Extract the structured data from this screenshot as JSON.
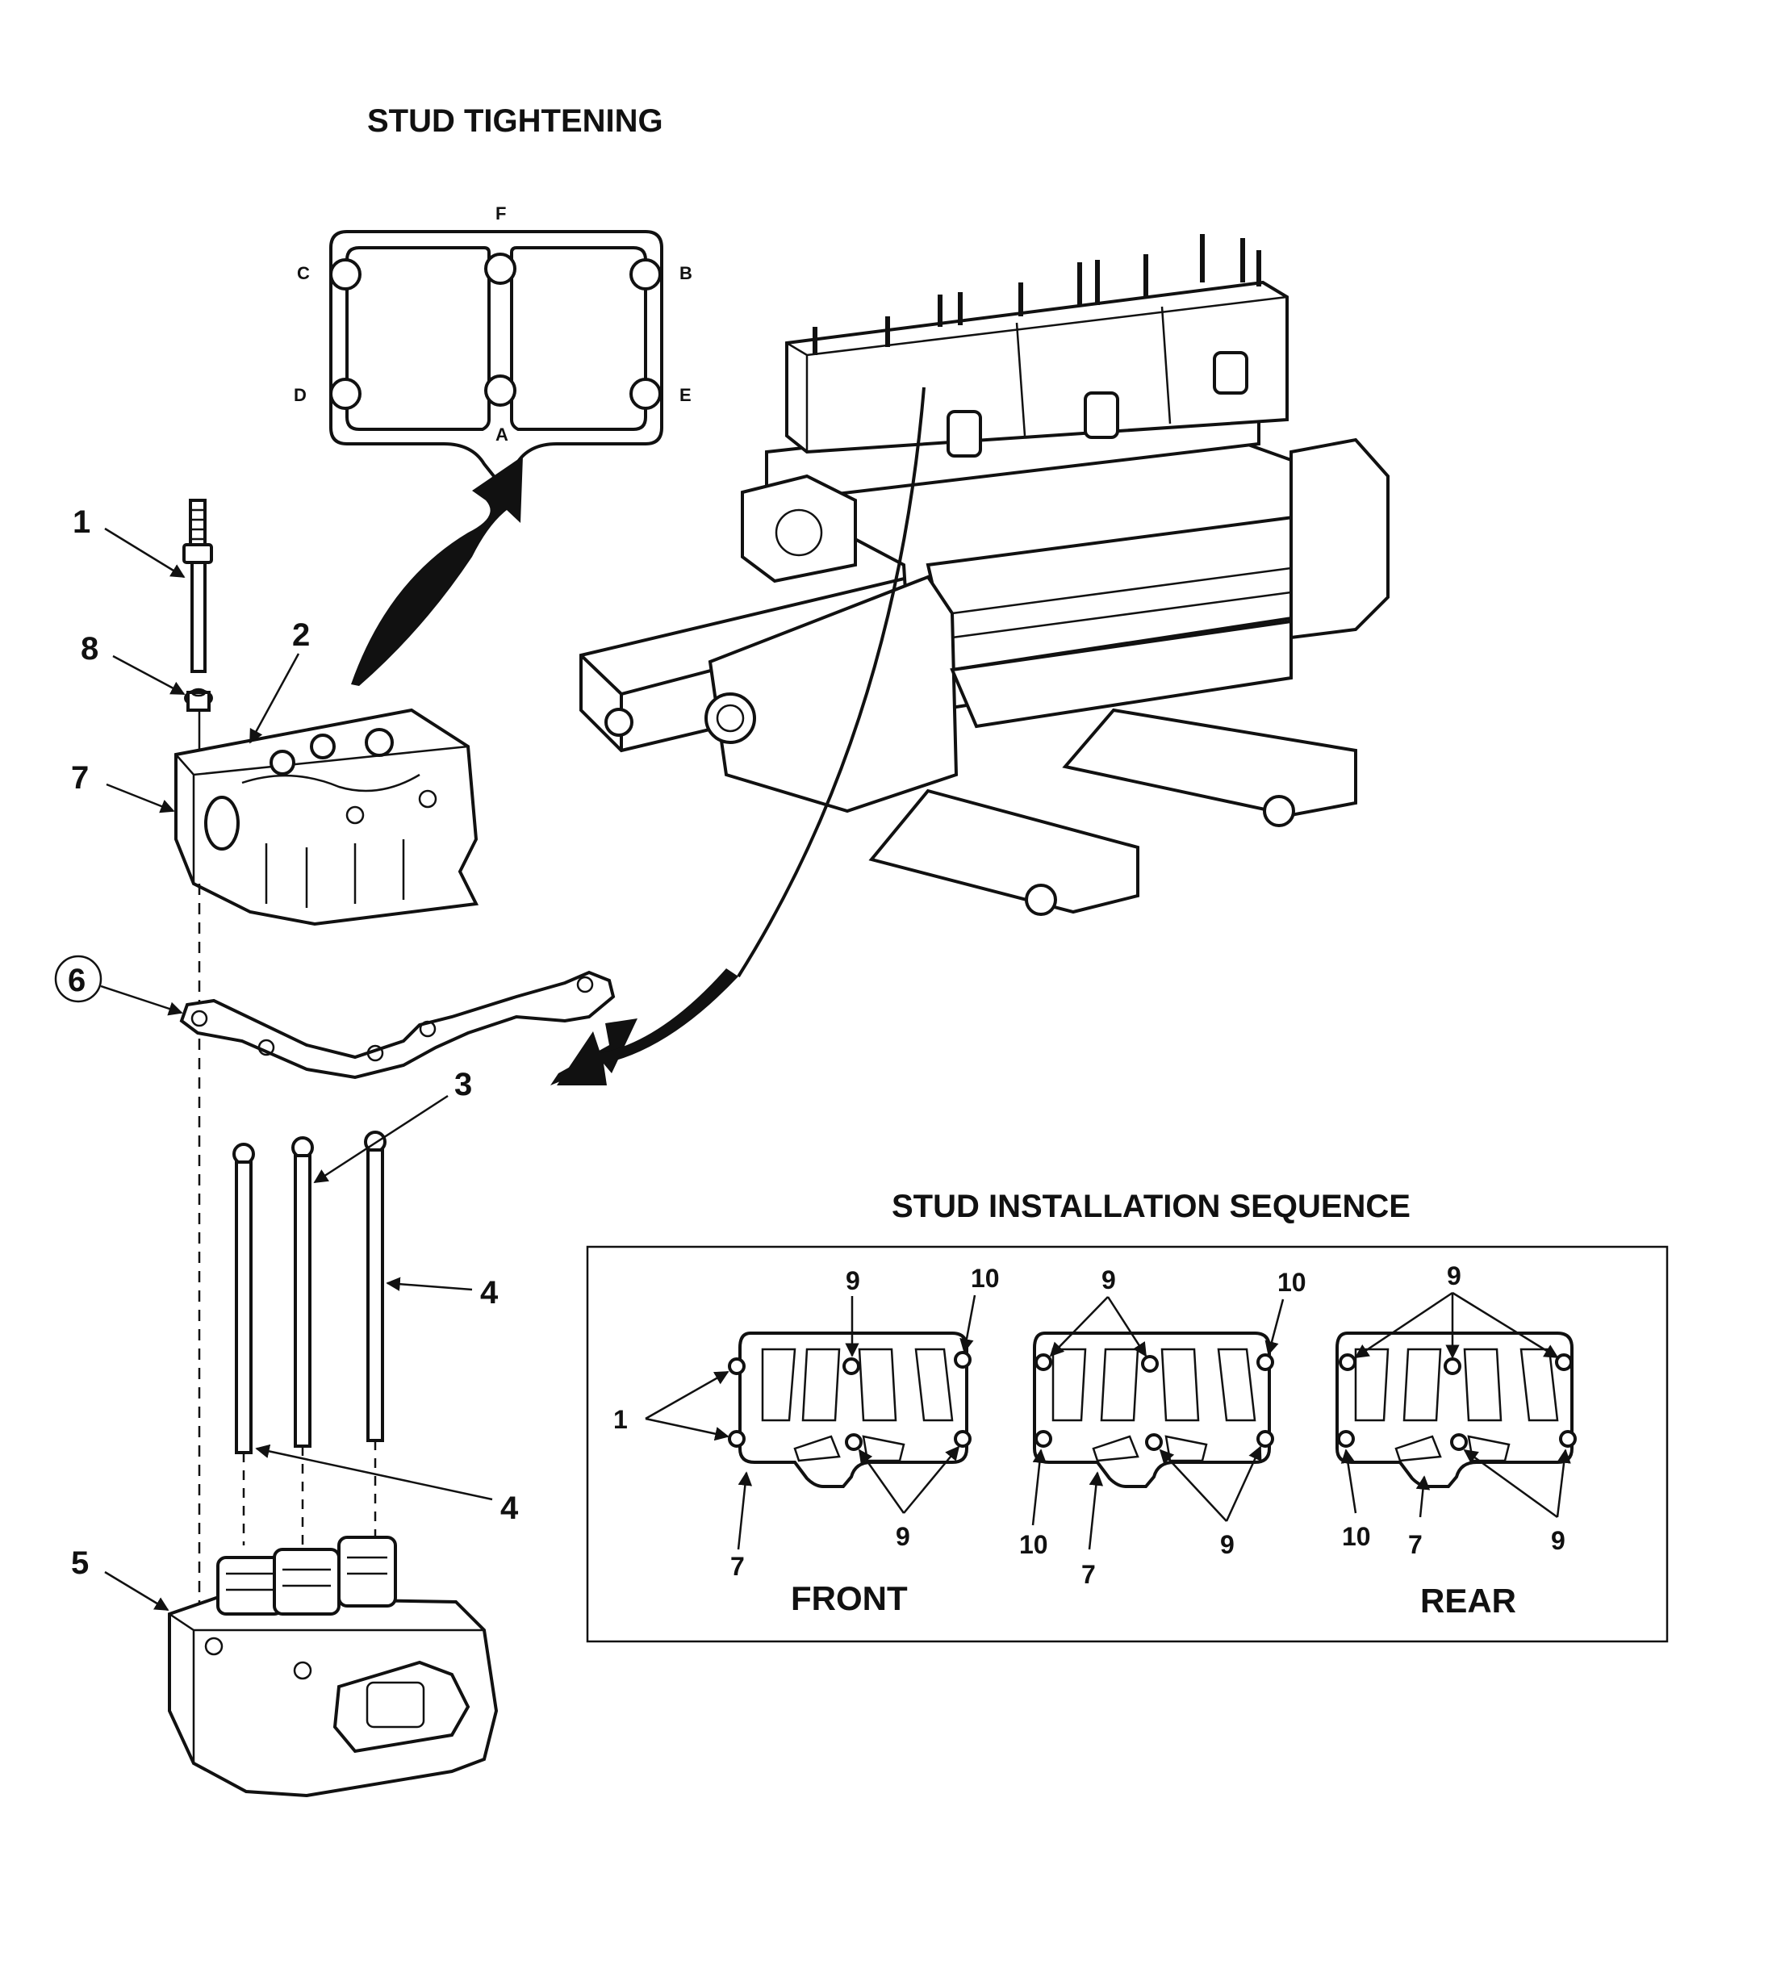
{
  "titles": {
    "stud_tightening": "STUD TIGHTENING",
    "stud_installation_sequence": "STUD INSTALLATION SEQUENCE"
  },
  "tightening_letters": {
    "a": "A",
    "b": "B",
    "c": "C",
    "d": "D",
    "e": "E",
    "f": "F"
  },
  "callouts": {
    "c1": "1",
    "c2": "2",
    "c3": "3",
    "c4a": "4",
    "c4b": "4",
    "c5": "5",
    "c6": "6",
    "c7": "7",
    "c8": "8"
  },
  "sequence": {
    "front": {
      "label": "FRONT",
      "nums": {
        "n9_top": "9",
        "n10_top": "10",
        "n1": "1",
        "n7": "7",
        "n9_bottom": "9"
      }
    },
    "middle": {
      "nums": {
        "n9_top": "9",
        "n10_top": "10",
        "n10_bottom": "10",
        "n7": "7",
        "n9_bottom": "9"
      }
    },
    "rear": {
      "label": "REAR",
      "nums": {
        "n9_top": "9",
        "n10_bottom": "10",
        "n7": "7",
        "n9_bottom": "9"
      }
    }
  }
}
